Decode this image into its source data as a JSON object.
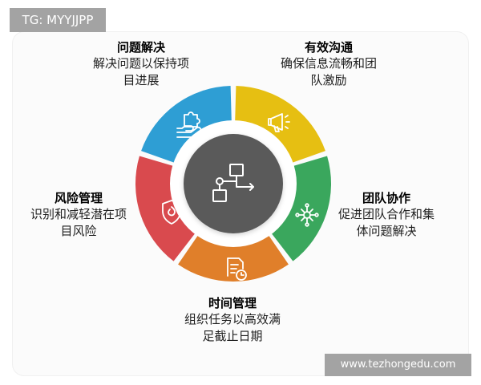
{
  "watermark_top": "TG: MYYJJPP",
  "watermark_bottom": "www.tezhongedu.com",
  "center": {
    "icon": "flowchart-icon"
  },
  "segments": [
    {
      "key": "problem",
      "title": "问题解决",
      "desc": [
        "解决问题以保持项",
        "目进展"
      ],
      "color": "#2e9ed4",
      "icon": "puzzle-hand-icon"
    },
    {
      "key": "comm",
      "title": "有效沟通",
      "desc": [
        "确保信息流畅和团",
        "队激励"
      ],
      "color": "#e6bf12",
      "icon": "megaphone-icon"
    },
    {
      "key": "team",
      "title": "团队协作",
      "desc": [
        "促进团队合作和集",
        "体问题解决"
      ],
      "color": "#3aa75d",
      "icon": "network-icon"
    },
    {
      "key": "time",
      "title": "时间管理",
      "desc": [
        "组织任务以高效满",
        "足截止日期"
      ],
      "color": "#e07f2a",
      "icon": "clock-document-icon"
    },
    {
      "key": "risk",
      "title": "风险管理",
      "desc": [
        "识别和减轻潜在项",
        "目风险"
      ],
      "color": "#d94a4e",
      "icon": "shield-icon"
    }
  ]
}
